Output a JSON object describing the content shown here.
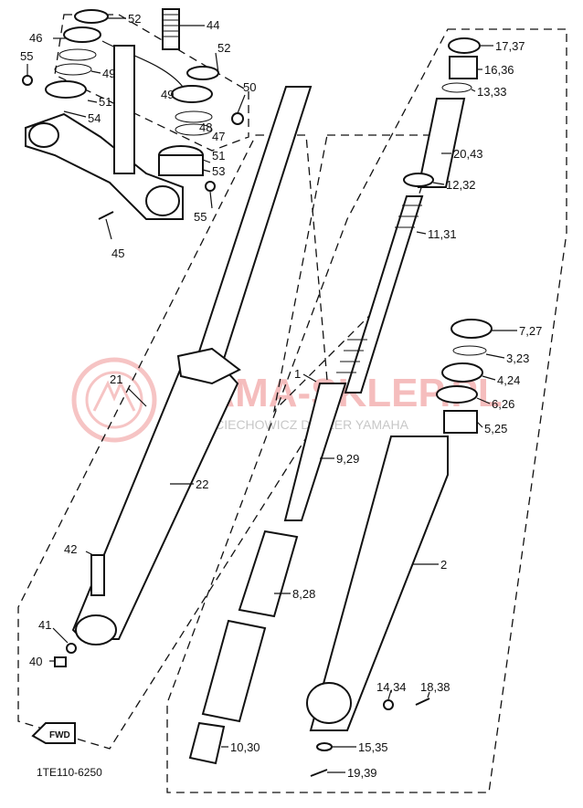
{
  "drawing_code": "1TE110-6250",
  "fwd_label": "FWD",
  "watermark": {
    "brand": "YAMA-SKLEP.PL",
    "dealer": "WOJCIECHOWICZ DEALER YAMAHA"
  },
  "labels": [
    {
      "id": "p52a",
      "text": "52"
    },
    {
      "id": "p44",
      "text": "44"
    },
    {
      "id": "p46",
      "text": "46"
    },
    {
      "id": "p55a",
      "text": "55"
    },
    {
      "id": "p49a",
      "text": "49"
    },
    {
      "id": "p52b",
      "text": "52"
    },
    {
      "id": "p51a",
      "text": "51"
    },
    {
      "id": "p54",
      "text": "54"
    },
    {
      "id": "p49b",
      "text": "49"
    },
    {
      "id": "p50",
      "text": "50"
    },
    {
      "id": "p48",
      "text": "48"
    },
    {
      "id": "p47",
      "text": "47"
    },
    {
      "id": "p51b",
      "text": "51"
    },
    {
      "id": "p53",
      "text": "53"
    },
    {
      "id": "p55b",
      "text": "55"
    },
    {
      "id": "p45",
      "text": "45"
    },
    {
      "id": "p17_37",
      "text": "17,37"
    },
    {
      "id": "p16_36",
      "text": "16,36"
    },
    {
      "id": "p13_33",
      "text": "13,33"
    },
    {
      "id": "p20_43",
      "text": "20,43"
    },
    {
      "id": "p12_32",
      "text": "12,32"
    },
    {
      "id": "p11_31",
      "text": "11,31"
    },
    {
      "id": "p7_27",
      "text": "7,27"
    },
    {
      "id": "p3_23",
      "text": "3,23"
    },
    {
      "id": "p4_24",
      "text": "4,24"
    },
    {
      "id": "p6_26",
      "text": "6,26"
    },
    {
      "id": "p5_25",
      "text": "5,25"
    },
    {
      "id": "p21",
      "text": "21"
    },
    {
      "id": "p1",
      "text": "1"
    },
    {
      "id": "p9_29",
      "text": "9,29"
    },
    {
      "id": "p22",
      "text": "22"
    },
    {
      "id": "p2",
      "text": "2"
    },
    {
      "id": "p42",
      "text": "42"
    },
    {
      "id": "p8_28",
      "text": "8,28"
    },
    {
      "id": "p41",
      "text": "41"
    },
    {
      "id": "p40",
      "text": "40"
    },
    {
      "id": "p14_34",
      "text": "14,34"
    },
    {
      "id": "p18_38",
      "text": "18,38"
    },
    {
      "id": "p10_30",
      "text": "10,30"
    },
    {
      "id": "p15_35",
      "text": "15,35"
    },
    {
      "id": "p19_39",
      "text": "19,39"
    }
  ]
}
